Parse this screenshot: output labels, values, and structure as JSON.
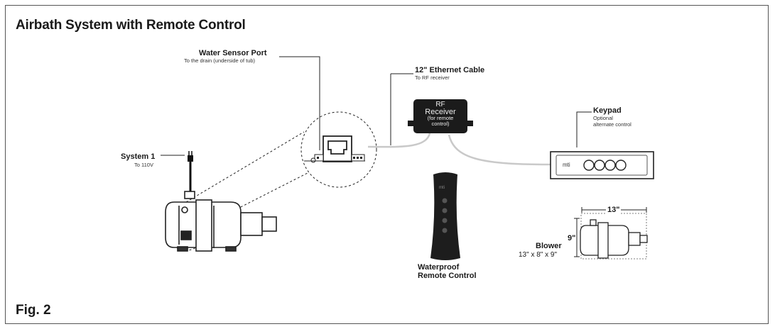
{
  "title": "Airbath System with Remote Control",
  "figure_label": "Fig. 2",
  "system": {
    "label": "System 1",
    "sub": "To 110V"
  },
  "water_sensor": {
    "label": "Water Sensor Port",
    "sub": "To the drain (underside of tub)"
  },
  "ethernet": {
    "label": "12\" Ethernet Cable",
    "sub": "To RF receiver"
  },
  "receiver": {
    "line1": "RF",
    "line2": "Receiver",
    "line3": "(for remote",
    "line4": "control)"
  },
  "keypad": {
    "label": "Keypad",
    "sub1": "Optional",
    "sub2": "alternate control",
    "brand": "mti"
  },
  "remote": {
    "label1": "Waterproof",
    "label2": "Remote Control",
    "brand": "mti"
  },
  "blower": {
    "label": "Blower",
    "dims": "13\" x 8\" x 9\"",
    "width_dim": "13\"",
    "height_dim": "9\""
  }
}
